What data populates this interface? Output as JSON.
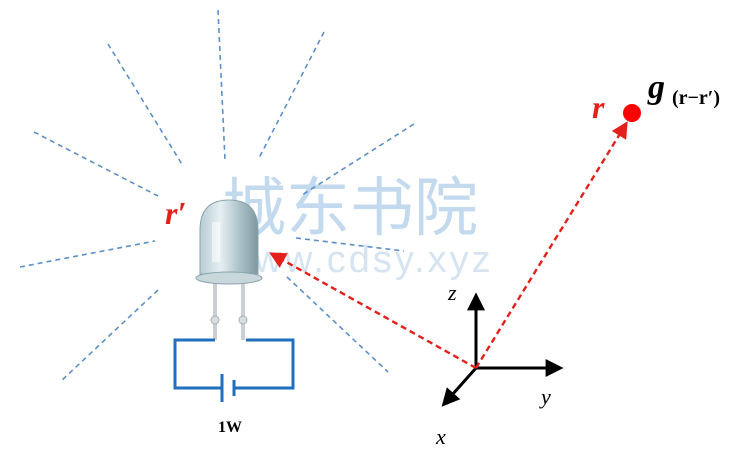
{
  "source_label": "r′",
  "point_label": "r",
  "green_function_symbol": "g",
  "green_function_subscript": "(r−r′)",
  "power_label": "1W",
  "axes": {
    "z": "z",
    "y": "y",
    "x": "x"
  },
  "watermark": {
    "chinese": "城东书院",
    "url": "www.cdsy.xyz"
  },
  "colors": {
    "rays": "#5b8fc9",
    "vector": "#e3201b",
    "point": "#ff0000",
    "circuit": "#1f6fbf",
    "axes": "#000000",
    "watermark": "#b9d3ea"
  }
}
